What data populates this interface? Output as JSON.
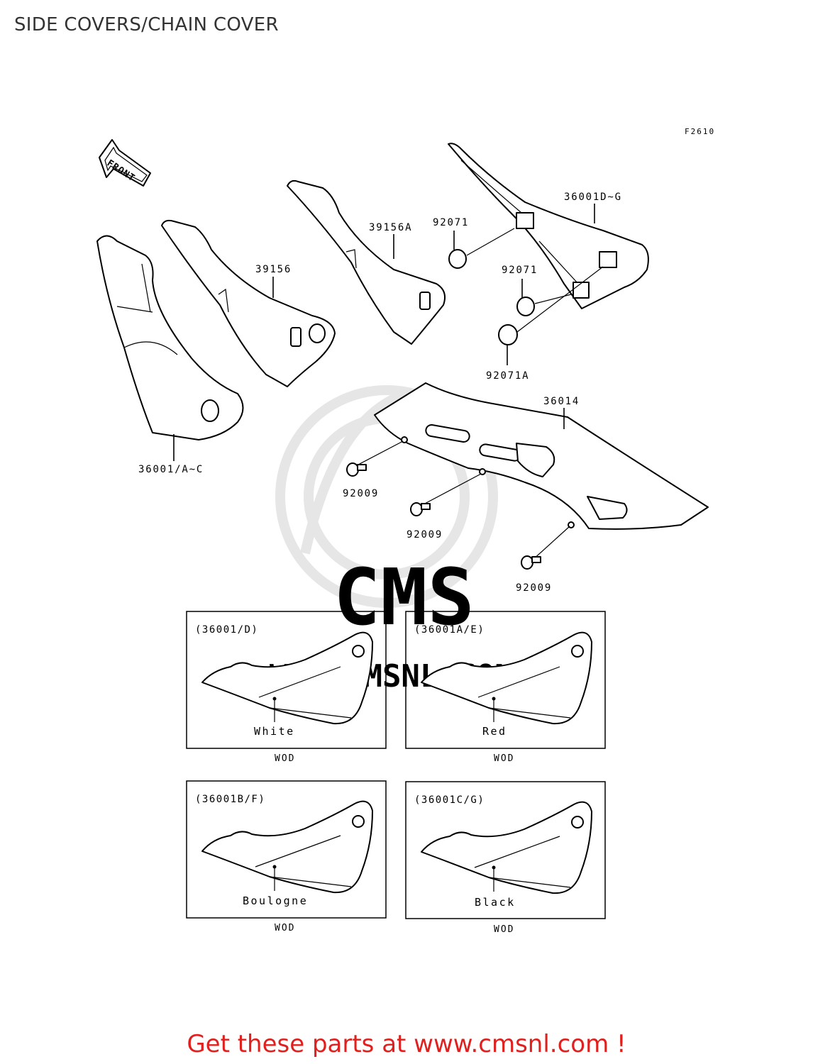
{
  "page": {
    "title": "SIDE COVERS/CHAIN COVER"
  },
  "diagram": {
    "figure_code": "F2610",
    "front_label": "FRONT",
    "callouts": {
      "side_cover": "36001/A~C",
      "cover_inner": "39156",
      "cover_inner_a": "39156A",
      "grommet_top": "92071",
      "grommet_mid": "92071",
      "grommet_a": "92071A",
      "rear_cover": "36001D~G",
      "chain_cover": "36014",
      "bolt_1": "92009",
      "bolt_2": "92009",
      "bolt_3": "92009"
    },
    "variants": [
      {
        "code": "(36001/D)",
        "color": "White",
        "wod": "WOD"
      },
      {
        "code": "(36001A/E)",
        "color": "Red",
        "wod": "WOD"
      },
      {
        "code": "(36001B/F)",
        "color": "Boulogne",
        "wod": "WOD"
      },
      {
        "code": "(36001C/G)",
        "color": "Black",
        "wod": "WOD"
      }
    ],
    "watermark": {
      "brand": "CMS",
      "url": "WWW.CMSNL.COM"
    }
  },
  "footer": {
    "cta": "Get these parts at www.cmsnl.com !",
    "cta_color": "#e0201e"
  }
}
